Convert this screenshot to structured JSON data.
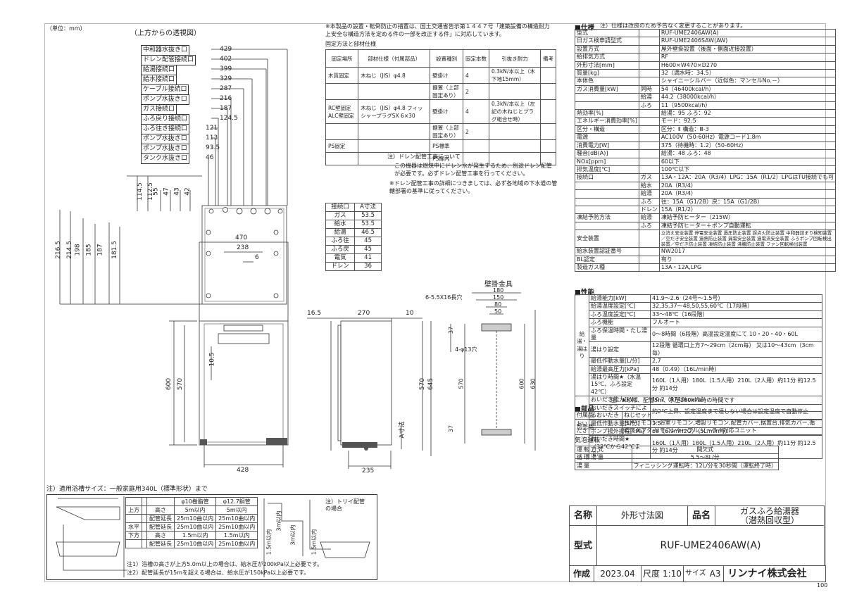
{
  "unit_note": "（単位：mm）",
  "top_view_title": "（上方からの透視図）",
  "port_labels": [
    {
      "name": "中和器水抜き口",
      "dim": "429"
    },
    {
      "name": "ドレン配管接続口",
      "dim": "402"
    },
    {
      "name": "給湯接続口",
      "dim": "399"
    },
    {
      "name": "給水接続口",
      "dim": "329"
    },
    {
      "name": "ケーブル接続口",
      "dim": "287"
    },
    {
      "name": "ポンプ水抜き口",
      "dim": "216"
    },
    {
      "name": "ガス接続口",
      "dim": "187"
    },
    {
      "name": "ふろ戻り接続口",
      "dim": "124.5"
    },
    {
      "name": "ふろ往き接続口",
      "dim": "121"
    },
    {
      "name": "ポンプ水抜き口",
      "dim": "113"
    },
    {
      "name": "ポンプ水抜き口",
      "dim": "93.5"
    },
    {
      "name": "タンク水抜き口",
      "dim": "46"
    }
  ],
  "vertical_dims_left": [
    "216.5",
    "214.5",
    "198",
    "185",
    "187",
    "181.5"
  ],
  "vertical_dims_top": [
    "114.5",
    "112.5",
    "55",
    "47",
    "43",
    "42"
  ],
  "front_view": {
    "w470": "470",
    "w238": "238",
    "w6": "6",
    "h10_5": "10.5",
    "h600": "600",
    "h570": "570",
    "w428": "428"
  },
  "side_view": {
    "d16_5": "16.5",
    "d270": "270",
    "d10": "10",
    "h645": "645",
    "h570": "570",
    "w235": "235",
    "a_label": "A寸法"
  },
  "bracket_view": {
    "title": "壁掛金具",
    "hole1": "6-5.5X16長穴",
    "hole2": "4-φ13穴",
    "w180": "180",
    "w150": "150",
    "w80": "80",
    "w50": "50",
    "h37a": "37",
    "h37b": "37",
    "h570": "570",
    "h600": "600",
    "h630": "630"
  },
  "notice_text": "※本製品の設置・転倒防止の措置は、国土交通省告示第１４４７号「建築設備の構造耐力上安全な構造方法を定める件の一部を改正する件」に対応しています。",
  "fix_title": "固定方法と部材仕様",
  "fix_headers": [
    "固定場所",
    "部材仕様（付属部品）",
    "設置種別",
    "固定本数",
    "引抜き耐力",
    "備考"
  ],
  "fix_rows": [
    {
      "place": "木質固定",
      "spec": "木ねじ（JIS）φ4.8",
      "type": "壁掛け",
      "n": "4",
      "force": "0.3kN/本以上（木下地15mm）"
    },
    {
      "place": "",
      "spec": "",
      "type": "据置（上部固定あり）",
      "n": "2",
      "force": ""
    },
    {
      "place": "RC壁固定 ALC壁固定",
      "spec": "木ねじ（JIS）φ4.8 フィッシャープラグSX 6×30",
      "type": "壁掛け",
      "n": "4",
      "force": "0.3kN/本以上（左記の木ねじとプラグ組合せ時）"
    },
    {
      "place": "",
      "spec": "",
      "type": "据置（上部固定あり）",
      "n": "2",
      "force": ""
    },
    {
      "place": "PS固定",
      "spec": "",
      "type": "PS標準",
      "n": "",
      "force": ""
    },
    {
      "place": "",
      "spec": "",
      "type": "PS扉内",
      "n": "",
      "force": ""
    }
  ],
  "drain_note1": "注）ドレン配管工事について",
  "drain_note2": "この機器は燃焼中にドレン水が発生するため、別途ドレン配管が必要です。必ずドレン配管工事を行ってください。",
  "drain_note3": "※ドレン配管工事の詳細につきましては、必ず各地域の下水道の管轄部署の基準に従ってください。",
  "a_table_header": [
    "接続口",
    "A寸法"
  ],
  "a_table": [
    [
      "ガス",
      "53.5"
    ],
    [
      "給水",
      "53.5"
    ],
    [
      "給湯",
      "46.5"
    ],
    [
      "ふろ往",
      "45"
    ],
    [
      "ふろ戻",
      "45"
    ],
    [
      "電気",
      "41"
    ],
    [
      "ドレン",
      "36"
    ]
  ],
  "spec_title": "■仕様",
  "spec_note": "注）仕様は改良のため予告なく変更することがあります。",
  "spec_rows": [
    [
      "型式",
      "",
      "RUF-UME2406AW(A)"
    ],
    [
      "日ガス検申請型式",
      "",
      "RUF-UME2406SAW(AW)"
    ],
    [
      "設置方式",
      "",
      "屋外壁掛設置（後面・側面近接設置）"
    ],
    [
      "給排気方式",
      "",
      "RF"
    ],
    [
      "外形寸法[mm]",
      "",
      "H600×W470×D270"
    ],
    [
      "質量[kg]",
      "",
      "32（満水時：34.5）"
    ],
    [
      "本体色",
      "",
      "シャイニーシルバー（近似色：マンセルNo.－）"
    ],
    [
      "ガス消費量[kW]",
      "同時",
      "54（46400kcal/h）"
    ],
    [
      "",
      "給湯",
      "44.2（38000kcal/h）"
    ],
    [
      "",
      "ふろ",
      "11（9500kcal/h）"
    ],
    [
      "熱効率[%]",
      "",
      "給湯：95 ふろ：92"
    ],
    [
      "エネルギー消費効率[%]",
      "",
      "モード：92.5"
    ],
    [
      "区分・構造",
      "",
      "区分：Ⅱ 構造：Ⅲ-3"
    ],
    [
      "電源",
      "",
      "AC100V（50-60Hz）電源コード1.8m"
    ],
    [
      "消費電力[W]",
      "",
      "375（待機時：1.2）（50-60Hz）"
    ],
    [
      "騒音[dB(A)]",
      "",
      "給湯：48 ふろ：48"
    ],
    [
      "NOx[ppm]",
      "",
      "60以下"
    ],
    [
      "排気温度[℃]",
      "",
      "100℃以下"
    ],
    [
      "接続口",
      "ガス",
      "13A・12A：20A（R3/4）LPG：15A（R1/2）LPGはTU接続でも可"
    ],
    [
      "",
      "給水",
      "20A（R3/4）"
    ],
    [
      "",
      "給湯",
      "20A（R3/4）"
    ],
    [
      "",
      "ふろ",
      "往：15A（G1/2B）戻：15A（G1/2B）"
    ],
    [
      "",
      "ドレン",
      "15A（R1/2）"
    ],
    [
      "凍結予防方法",
      "給湯",
      "凍結予防ヒーター（215W）"
    ],
    [
      "",
      "ふろ",
      "凍結予防ヒーター＋ポンプ自動運転"
    ],
    [
      "安全装置",
      "",
      "立消え安全装置 停電安全装置 過圧防止装置 誤点火防止装置 中和器詰まり検知装置／空だき安全装置 過熱防止装置 漏電安全装置 過電流安全装置 ふろポンプ回転検出装置／空だき防止装置 凍結防止装置 沸騰防止装置 ファン回転検出装置"
    ],
    [
      "給水装置認証番号",
      "",
      "NW2017"
    ],
    [
      "BL認定",
      "",
      "有り"
    ],
    [
      "製造ガス種",
      "",
      "13A・12A,LPG"
    ]
  ],
  "perf_title": "■性能",
  "perf_group_kyuto": "給湯・湯はり",
  "perf_group_oidaki": "おいだき",
  "perf_rows": [
    [
      "給湯能力[kW]",
      "41.9～2.6（24号～1.5号）"
    ],
    [
      "給湯温度設定[℃]",
      "32,35,37～48,50,55,60℃（17段階）"
    ],
    [
      "ふろ温度設定[℃]",
      "33～48℃（16段階）"
    ],
    [
      "ふろ機能",
      "フルオート"
    ],
    [
      "ふろ保温時間・たし湯量",
      "0～8時間（6段階）高温設定温度にて 10・20・40・60L"
    ],
    [
      "湯はり設定",
      "12段階 循環口上方7～29cm（2cm毎） 又は10～43cm（3cm毎）"
    ],
    [
      "最低作動水量[L/分]",
      "2.7"
    ],
    [
      "給湯最高圧力[kPa]",
      "48（0.49）（16L/min時）"
    ],
    [
      "湯はり時間★（水温15℃、ふろ設定42℃）",
      "160L（1人用）180L（1.5人用）210L（2人用）約11分 約12.5分 約14分"
    ],
    [
      "おいだき能力[kW]",
      "10.2（8740kcal/h）"
    ],
    [
      "おいだきスイッチによるおいだき",
      "約2℃上昇、設定温度まで達しない場合は設定温度で自動停止"
    ],
    [
      "最低作動水量[L/分]",
      "3.5"
    ],
    [
      "ポンプ揚外揚程[kPa]",
      "68（6.9mH2O）（5L/min時）"
    ],
    [
      "おいだき時間★（32℃から42℃まで）",
      "160L（1人用）180L（1.5人用）210L（2人用）約11分 約12.5分 約14分"
    ]
  ],
  "perf_note": "注）★印は、配管5m、水圧200kPa時の時間です",
  "parts_title": "■部品",
  "parts_rows": [
    [
      "付属品",
      "ねじセット"
    ],
    [
      "別売品",
      "台所リモコン,浴室リモコン,増設リモコン,配管カバー,据置台,排気カバー,循環アダプタ,リモコンケーブル,ソーラー対応ユニット"
    ]
  ],
  "bubble_title": "気泡運転",
  "bubble_rows": [
    [
      "運転方式",
      "間欠式"
    ],
    [
      "循環湯量",
      "5.5～8L/分"
    ],
    [
      "湯量",
      "フィニッシング運転時：12L/分を30秒間（運転終了時）"
    ]
  ],
  "bath_note_title": "注）適用浴槽サイズ：一般家庭用340L（標準形状）まで",
  "pipe_headers": [
    "",
    "",
    "",
    "φ10樹脂管",
    "φ12.7銅管"
  ],
  "pipe_rows": [
    [
      "上方",
      "",
      "高さ",
      "5m以内",
      "5m以内"
    ],
    [
      "",
      "",
      "配管延長",
      "25m10曲以内",
      "25m10曲以内"
    ],
    [
      "水平",
      "",
      "配管延長",
      "25m10曲以内",
      "25m10曲以内"
    ],
    [
      "下方",
      "",
      "高さ",
      "1.5m以内",
      "1.5m以内"
    ],
    [
      "",
      "",
      "配管延長",
      "25m10曲以内",
      "25m10曲以内"
    ]
  ],
  "trap_note": "注）トリイ配管の場合",
  "trap_dims": [
    "3m以内",
    "3m以内",
    "1.5m以内",
    "1.5m以内"
  ],
  "bath_footnote1": "注1）浴槽の高さが上方5.0m以上の場合は、給水圧が200kPa以上必要です。",
  "bath_footnote2": "注2）配管延長が15mを超える場合は、給水圧が150kPa以上必要です。",
  "title_block": {
    "name_label": "名称",
    "name_value": "外形寸法図",
    "product_label": "品名",
    "product_value1": "ガスふろ給湯器",
    "product_value2": "（潜熱回収型）",
    "model_label": "型式",
    "model_value": "RUF-UME2406AW(A)",
    "made_label": "作成",
    "date": "2023.04",
    "scale_label": "尺度",
    "scale": "1:10",
    "size_label": "サイズ",
    "size": "A3",
    "company": "リンナイ株式会社"
  },
  "page_no": "100"
}
